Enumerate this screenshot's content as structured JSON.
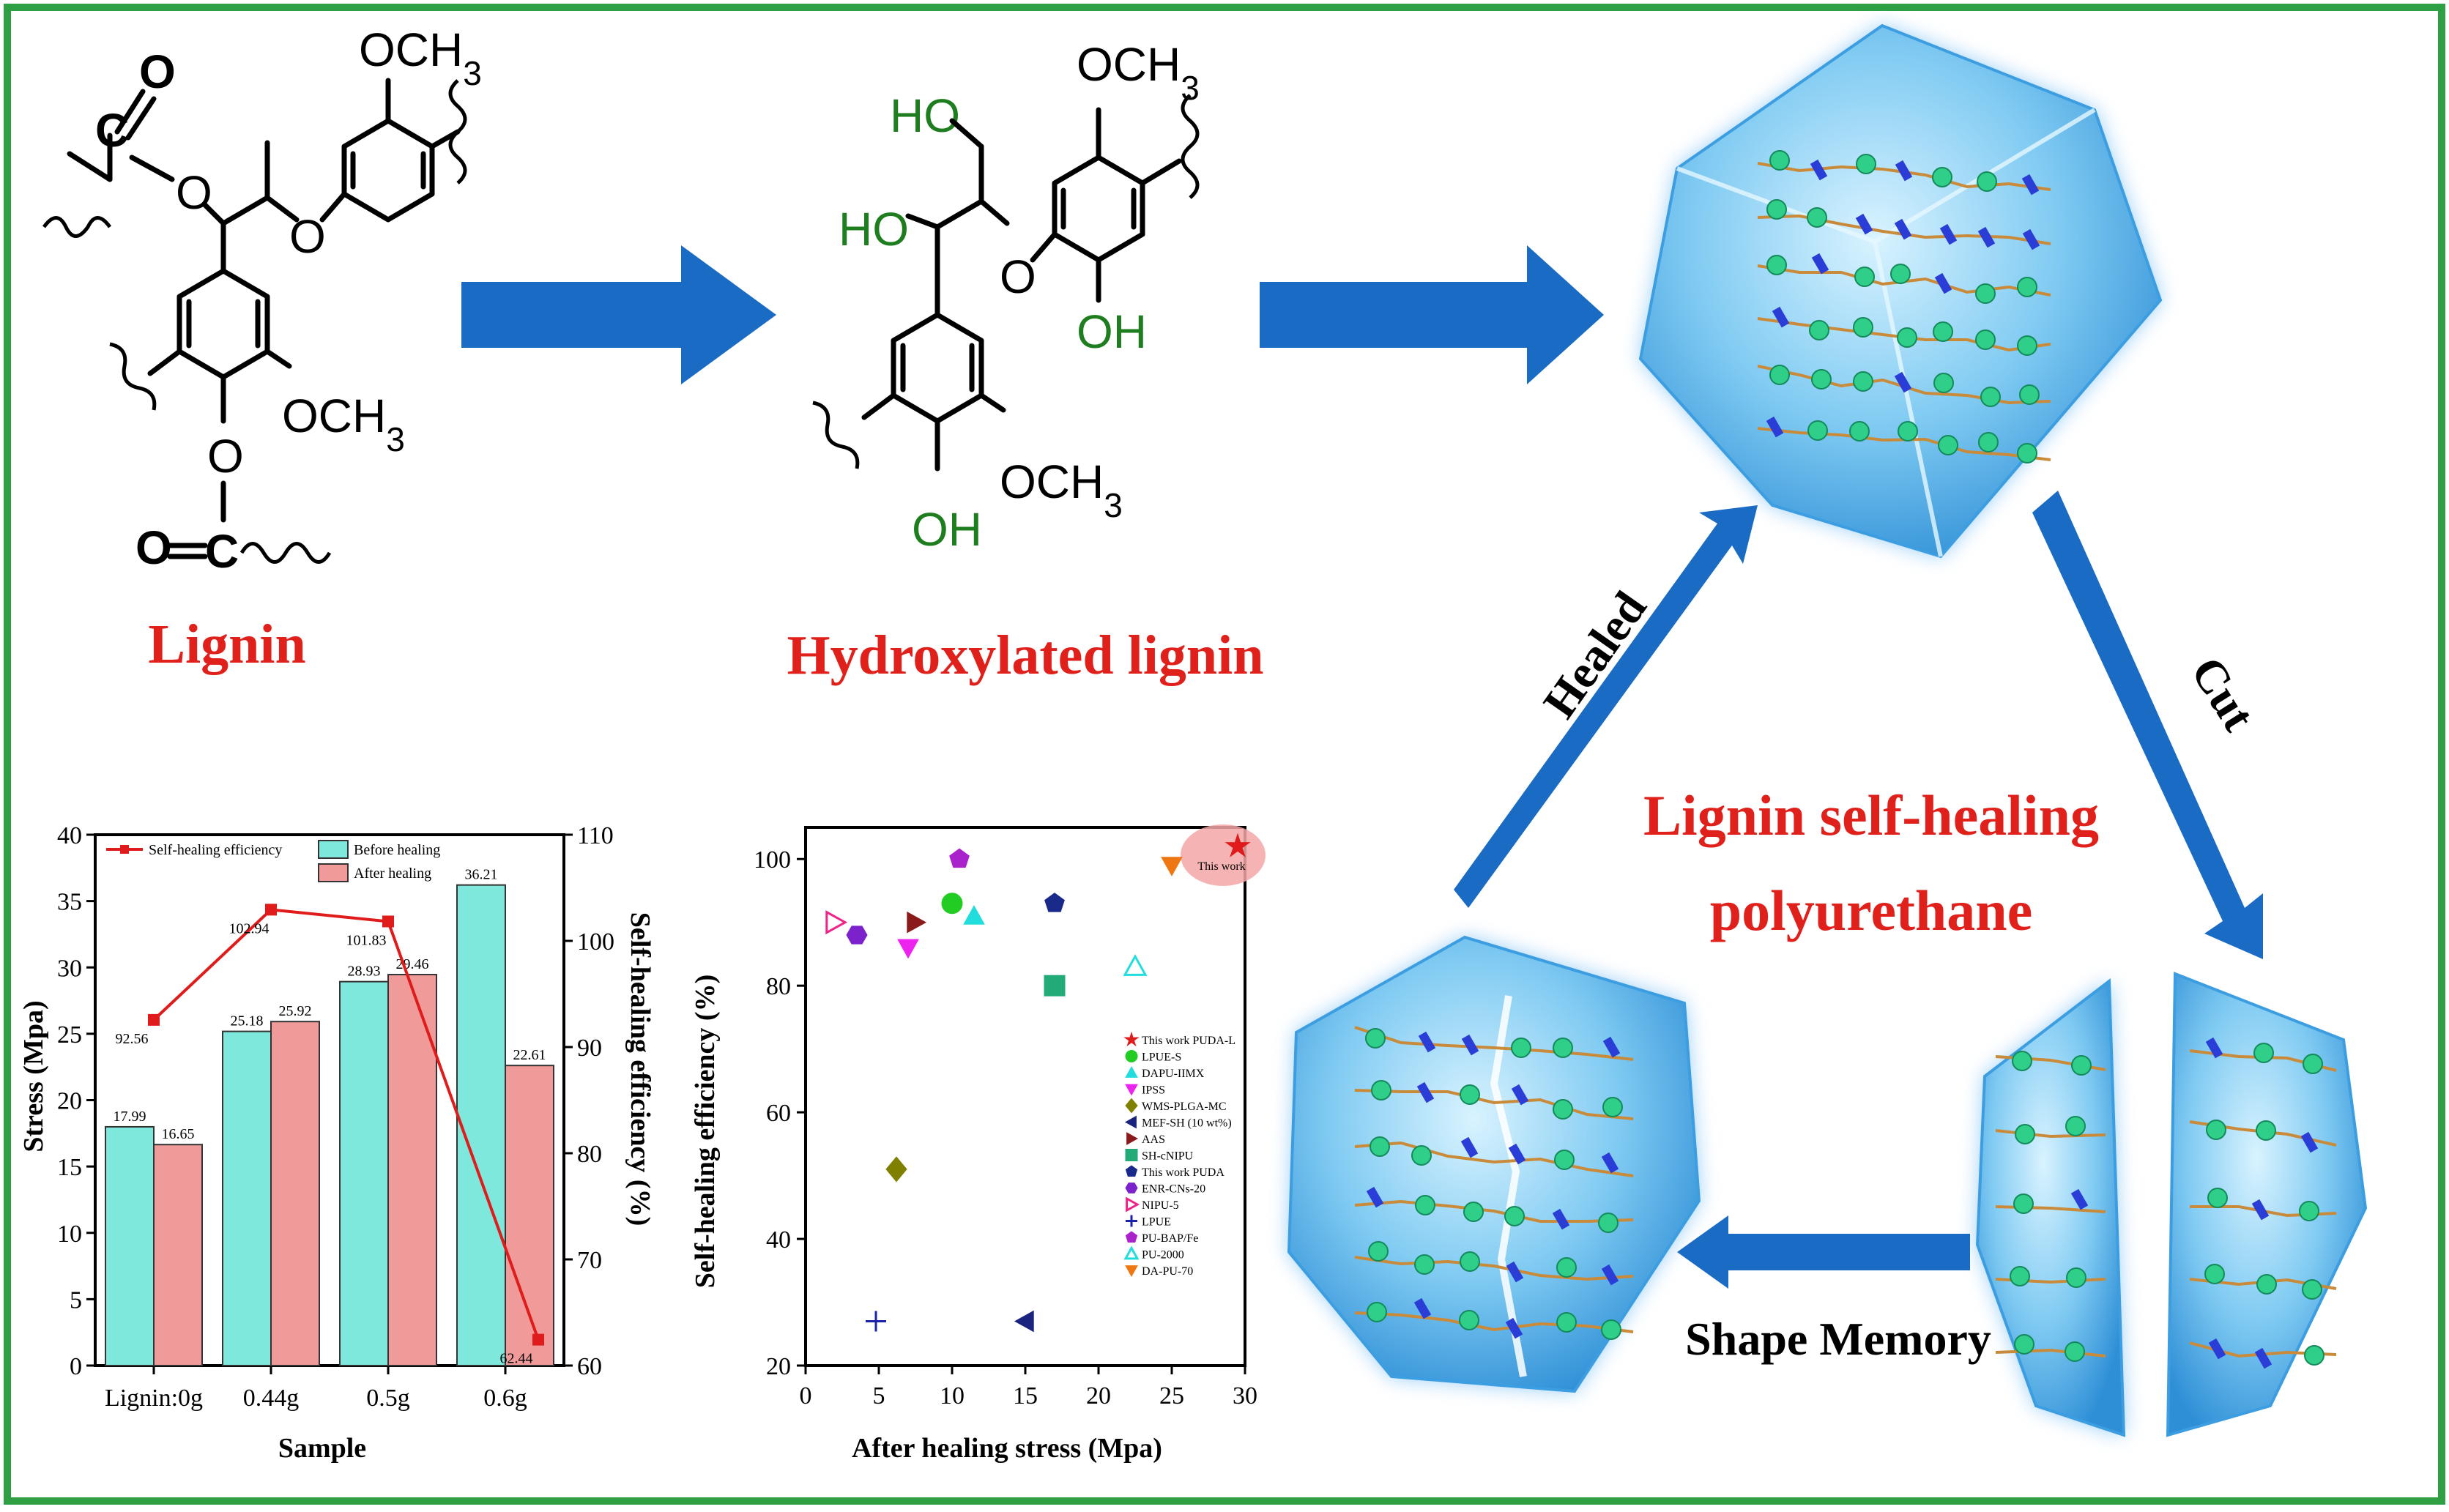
{
  "colors": {
    "frame": "#2ea043",
    "arrow": "#1a6bc4",
    "red_title": "#e0201b",
    "green_group": "#1e7d1e",
    "bar_before": "#7ee8dc",
    "bar_after": "#f09a9a",
    "line_eff": "#e01b1b",
    "cube": "#5cb8ee"
  },
  "labels": {
    "lignin": "Lignin",
    "hydroxylated": "Hydroxylated lignin",
    "product_line1": "Lignin self-healing",
    "product_line2": "polyurethane",
    "healed": "Healed",
    "cut": "Cut",
    "shape_memory": "Shape Memory"
  },
  "chem": {
    "lignin": {
      "och3_top": "OCH3",
      "och3_ring": "OCH3",
      "o_carbonyl_top": "O",
      "c_top": "C",
      "o_ester_top": "O",
      "o_ether": "O",
      "o_ester_bottom": "O",
      "o_carbonyl_bottom": "O",
      "c_bottom": "C"
    },
    "hydroxylated": {
      "och3_top": "OCH3",
      "och3_ring": "OCH3",
      "ho_top": "HO",
      "ho_mid": "HO",
      "o_ether": "O",
      "oh_right": "OH",
      "oh_bottom": "OH"
    }
  },
  "chart_data": [
    {
      "type": "bar",
      "categories": [
        "Lignin:0g",
        "0.44g",
        "0.5g",
        "0.6g"
      ],
      "series": [
        {
          "name": "Before healing",
          "values": [
            17.99,
            25.18,
            28.93,
            36.21
          ],
          "labels": [
            "17.99",
            "25.18",
            "28.93",
            "36.21"
          ]
        },
        {
          "name": "After healing",
          "values": [
            16.65,
            25.92,
            29.46,
            22.61
          ],
          "labels": [
            "16.65",
            "25.92",
            "29.46",
            "22.61"
          ]
        }
      ],
      "line_series": {
        "name": "Self-healing efficiency",
        "values": [
          92.56,
          102.94,
          101.83,
          62.44
        ],
        "labels": [
          "92.56",
          "102.94",
          "101.83",
          "62.44"
        ]
      },
      "xlabel": "Sample",
      "ylabel": "Stress (Mpa)",
      "y2label": "Self-healing efficiency (%)",
      "ylim": [
        0,
        40
      ],
      "y2lim": [
        60,
        110
      ],
      "yticks": [
        "0",
        "5",
        "10",
        "15",
        "20",
        "25",
        "30",
        "35",
        "40"
      ],
      "y2ticks": [
        "60",
        "70",
        "80",
        "90",
        "100",
        "110"
      ],
      "legend": "top-left"
    },
    {
      "type": "scatter",
      "xlabel": "After healing stress (Mpa)",
      "ylabel": "Self-healing efficiency (%)",
      "xlim": [
        0,
        30
      ],
      "ylim": [
        20,
        105
      ],
      "xticks": [
        "0",
        "5",
        "10",
        "15",
        "20",
        "25",
        "30"
      ],
      "yticks": [
        "20",
        "40",
        "60",
        "80",
        "100"
      ],
      "annotation": "This work",
      "legend": "right",
      "series": [
        {
          "name": "This work PUDA-L",
          "marker": "star",
          "color": "#e01b1b",
          "x": 29.5,
          "y": 102
        },
        {
          "name": "LPUE-S",
          "marker": "circle",
          "color": "#22cc22",
          "x": 10.0,
          "y": 93
        },
        {
          "name": "DAPU-IIMX",
          "marker": "triangle-up",
          "color": "#22dddd",
          "x": 11.5,
          "y": 91
        },
        {
          "name": "IPSS",
          "marker": "triangle-down",
          "color": "#ee22ee",
          "x": 7.0,
          "y": 86
        },
        {
          "name": "WMS-PLGA-MC",
          "marker": "diamond",
          "color": "#808000",
          "x": 6.2,
          "y": 51
        },
        {
          "name": "MEF-SH (10 wt%)",
          "marker": "triangle-left",
          "color": "#1a237e",
          "x": 15.0,
          "y": 27
        },
        {
          "name": "AAS",
          "marker": "triangle-right",
          "color": "#8b1a1a",
          "x": 7.5,
          "y": 90
        },
        {
          "name": "SH-cNIPU",
          "marker": "square",
          "color": "#22aa77",
          "x": 17.0,
          "y": 80
        },
        {
          "name": "This work PUDA",
          "marker": "pentagon",
          "color": "#1a2a8b",
          "x": 17.0,
          "y": 93
        },
        {
          "name": "ENR-CNs-20",
          "marker": "hexagon",
          "color": "#7b22cc",
          "x": 3.5,
          "y": 88
        },
        {
          "name": "NIPU-5",
          "marker": "triangle-right-open",
          "color": "#ee2288",
          "x": 2.0,
          "y": 90
        },
        {
          "name": "LPUE",
          "marker": "plus",
          "color": "#1a22aa",
          "x": 4.8,
          "y": 27
        },
        {
          "name": "PU-BAP/Fe",
          "marker": "pentagon",
          "color": "#aa22cc",
          "x": 10.5,
          "y": 100
        },
        {
          "name": "PU-2000",
          "marker": "triangle-up-open",
          "color": "#22dddd",
          "x": 22.5,
          "y": 83
        },
        {
          "name": "DA-PU-70",
          "marker": "triangle-down",
          "color": "#ee7711",
          "x": 25.0,
          "y": 99
        }
      ]
    }
  ]
}
